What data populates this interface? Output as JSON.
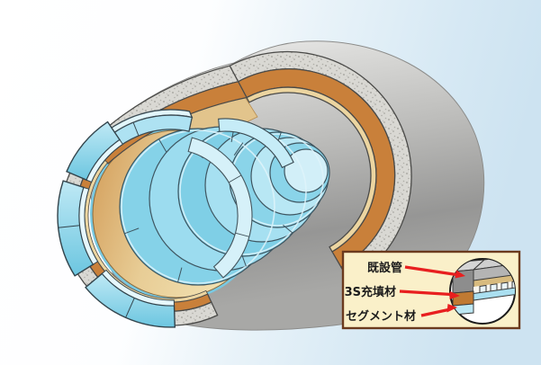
{
  "legend": {
    "items": [
      {
        "label": "既設管"
      },
      {
        "label": "3S充填材"
      },
      {
        "label": "セグメント材"
      }
    ]
  },
  "colors": {
    "background_tint": "#cfe5f2",
    "arrow_red": "#e81f1f",
    "inset_bg": "#faf0c9",
    "inset_border": "#6b3a1e",
    "existing_pipe_gray": "#d9d8d3",
    "pipe_body_gray": "#b5b5b3",
    "filler_orange": "#c9803a",
    "filler_tan": "#ecd5a0",
    "segment_blue": "#8fd4e8",
    "segment_blue_light": "#d6f1f9"
  }
}
